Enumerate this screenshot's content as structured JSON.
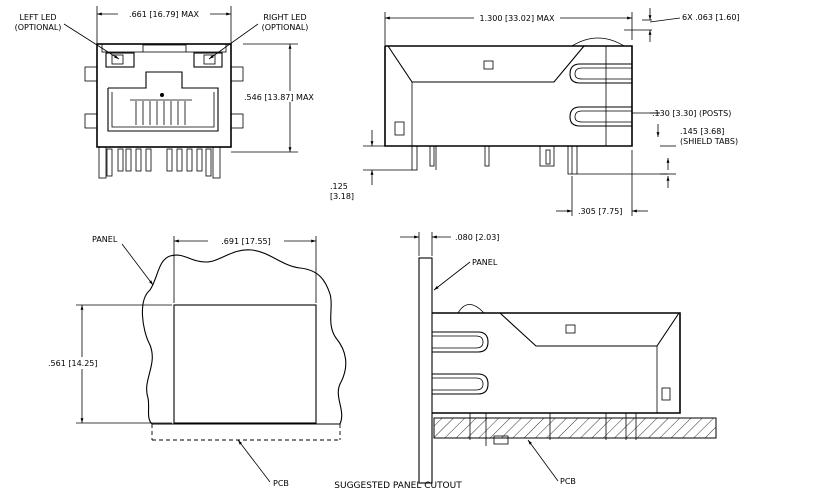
{
  "front_view": {
    "left_led_line1": "LEFT LED",
    "left_led_line2": "(OPTIONAL)",
    "right_led_line1": "RIGHT LED",
    "right_led_line2": "(OPTIONAL)",
    "width_dim": ".661 [16.79] MAX",
    "height_dim": ".546 [13.87] MAX"
  },
  "side_view": {
    "length_dim": "1.300 [33.02] MAX",
    "hole_dim": "6X .063 [1.60]",
    "posts_dim": ".130 [3.30] (POSTS)",
    "shield_dim_line1": ".145 [3.68]",
    "shield_dim_line2": "(SHIELD TABS)",
    "standoff_line1": ".125",
    "standoff_line2": "[3.18]",
    "offset_dim": ".305 [7.75]"
  },
  "panel_cutout": {
    "panel_label": "PANEL",
    "width_dim": ".691 [17.55]",
    "height_dim": ".561 [14.25]",
    "pcb_label": "PCB"
  },
  "panel_mount": {
    "thickness_dim": ".080 [2.03]",
    "panel_label": "PANEL",
    "pcb_label": "PCB"
  },
  "caption": "SUGGESTED PANEL CUTOUT"
}
